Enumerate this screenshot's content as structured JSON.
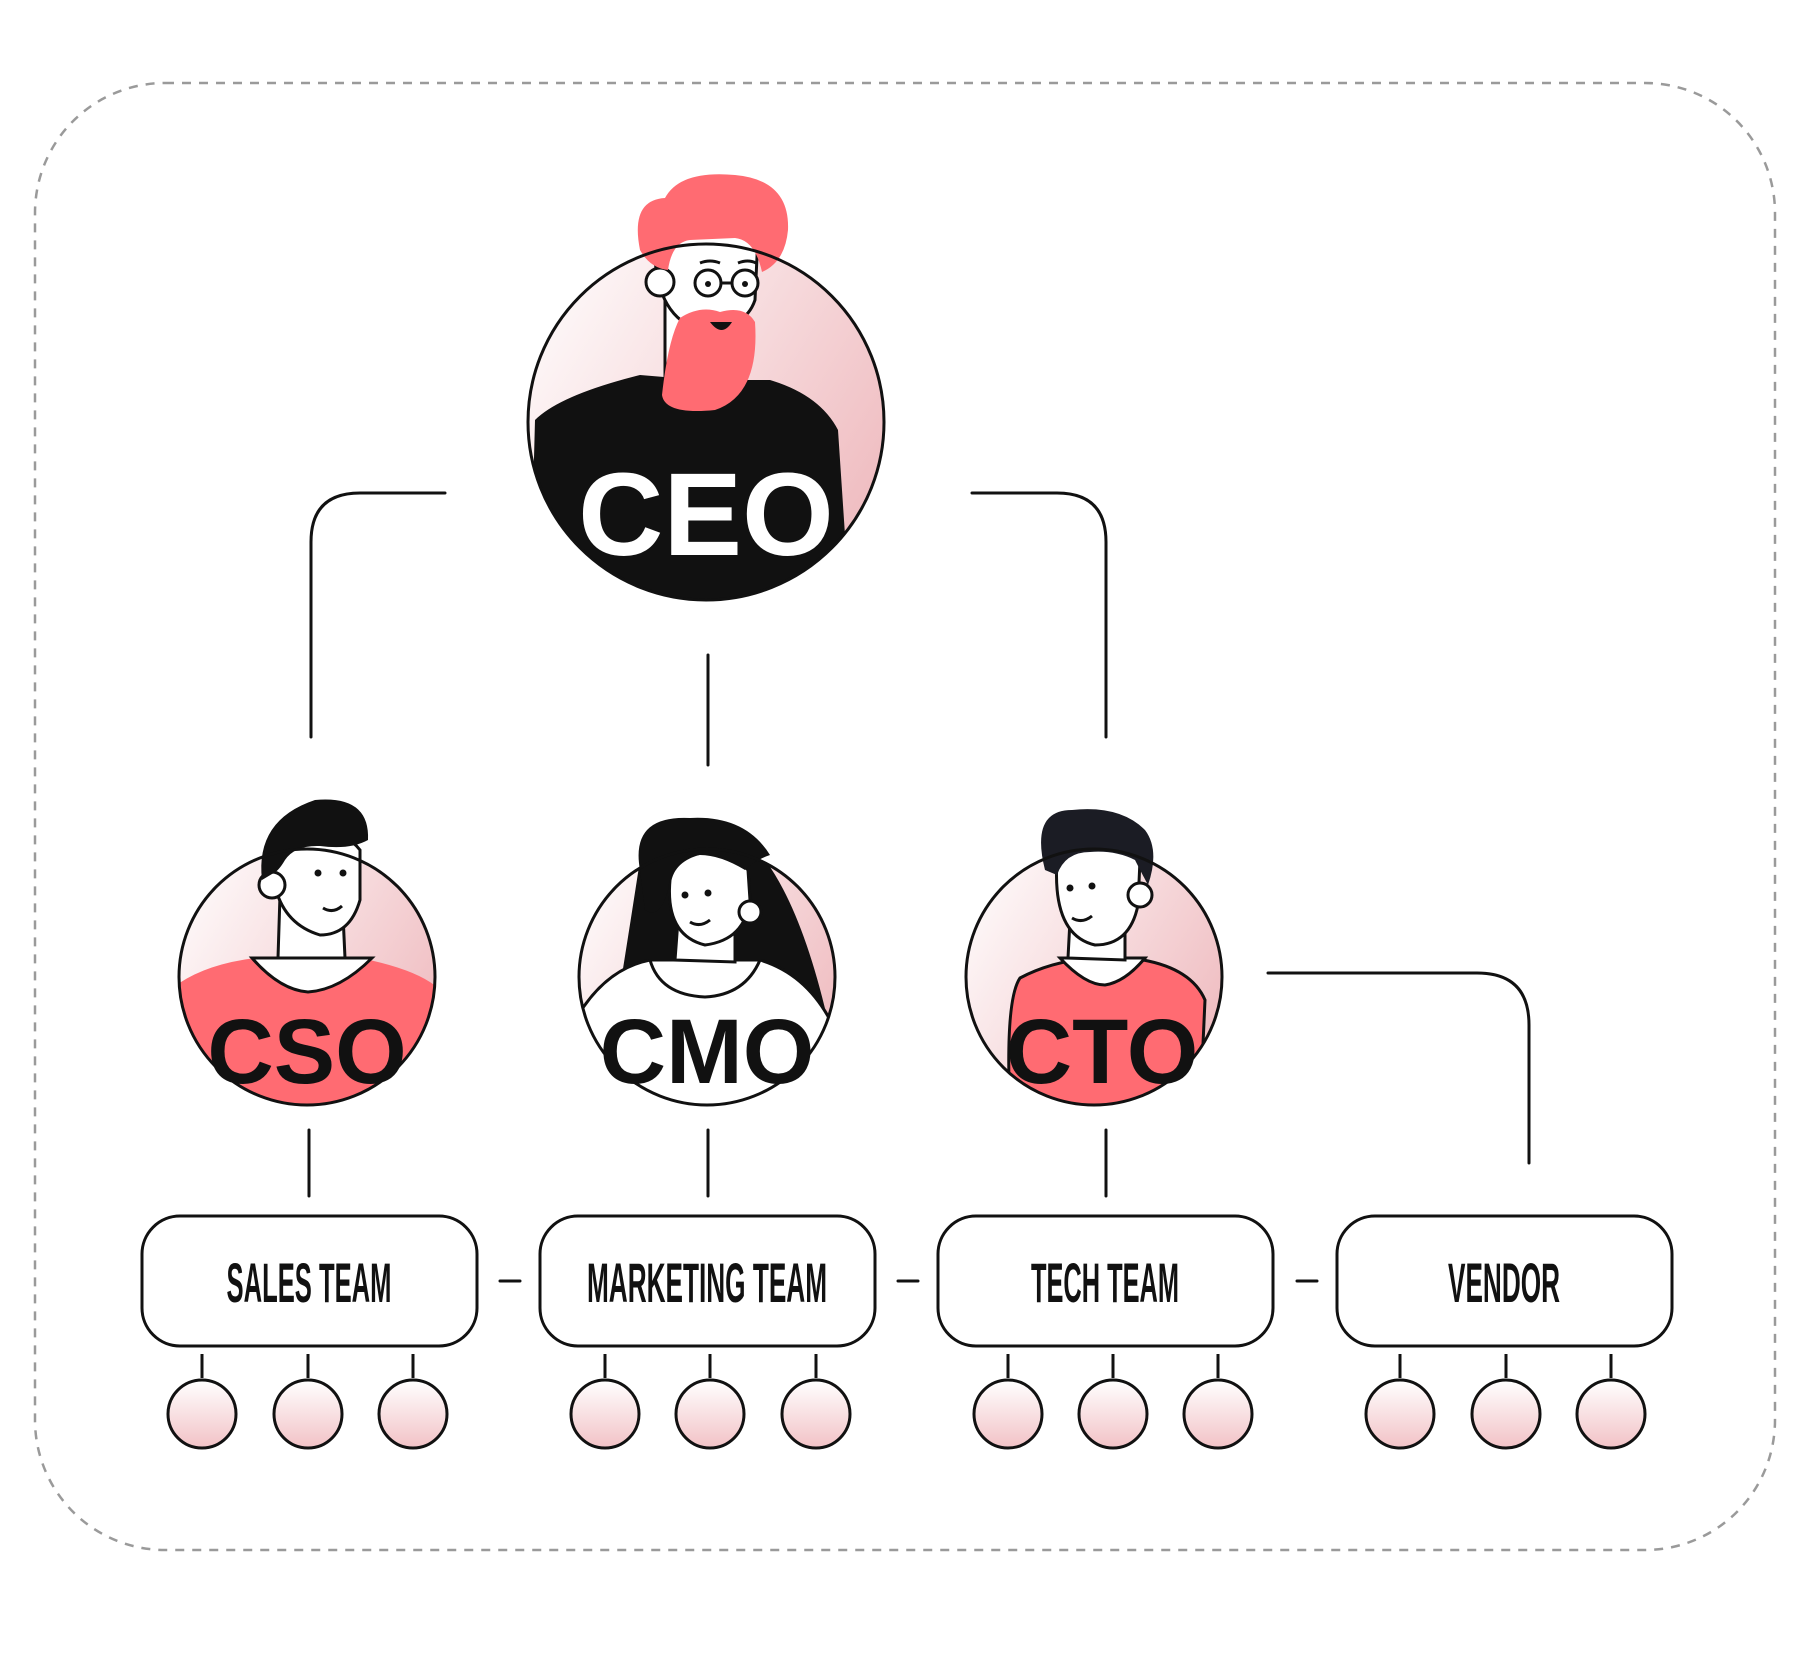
{
  "colors": {
    "accent": "#FF6B72",
    "ink": "#111111",
    "blush": "#F2C4C7",
    "blush_light": "#FCEFF0",
    "frame": "#9A9A9A",
    "skin": "#FFFFFF"
  },
  "roles": {
    "ceo": "CEO",
    "cso": "CSO",
    "cmo": "CMO",
    "cto": "CTO"
  },
  "teams": {
    "sales": "SALES TEAM",
    "marketing": "MARKETING TEAM",
    "tech": "TECH TEAM",
    "vendor": "VENDOR"
  }
}
